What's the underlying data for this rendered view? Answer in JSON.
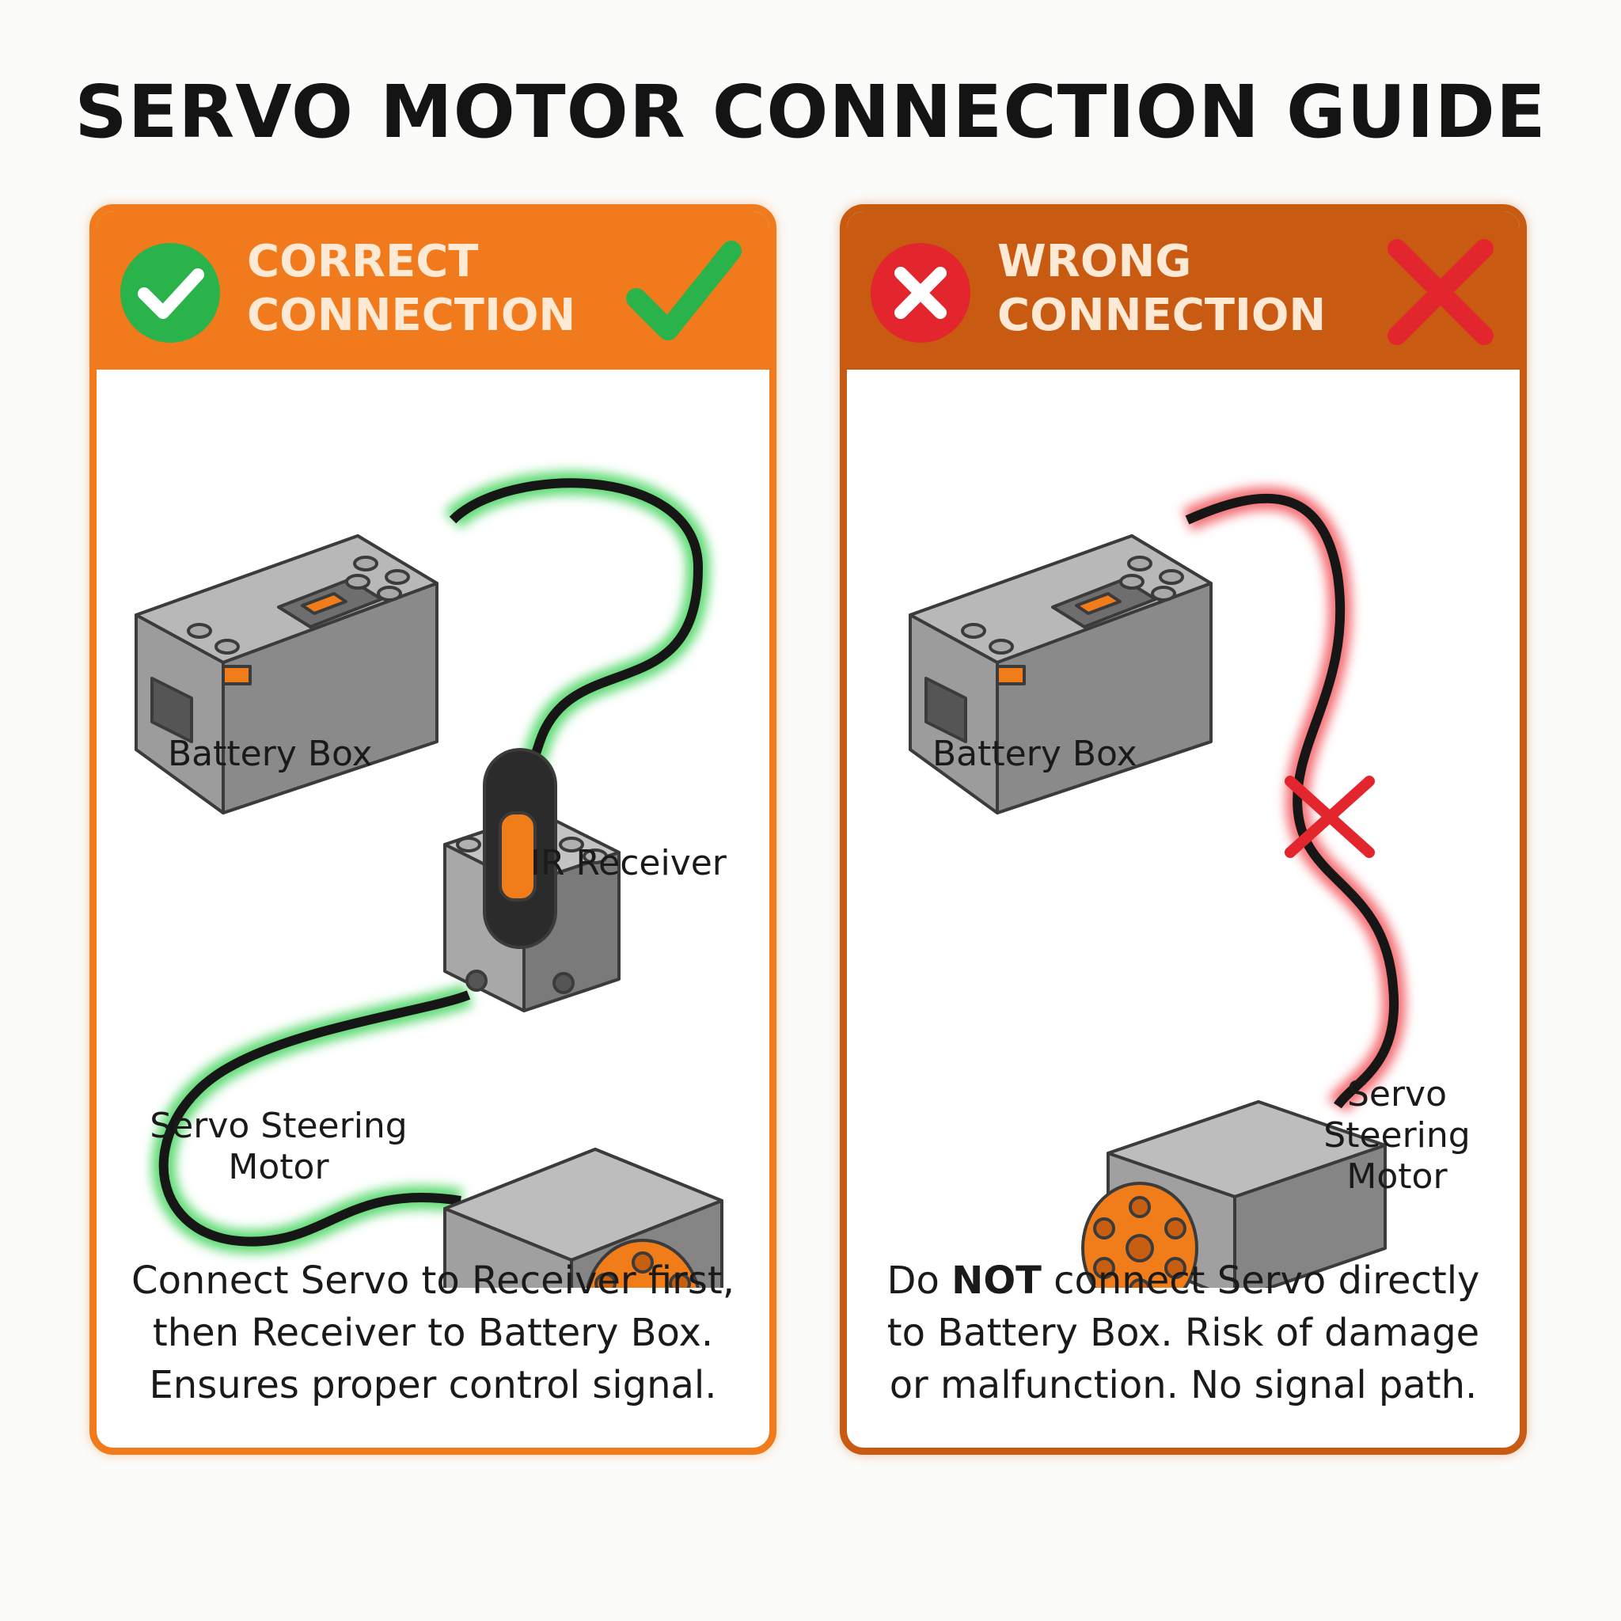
{
  "title": "SERVO MOTOR CONNECTION GUIDE",
  "colors": {
    "correct_accent": "#f07a1c",
    "wrong_accent": "#c85a12",
    "ok_green": "#29b34a",
    "bad_red": "#e3262d",
    "brick_gray": "#9a9a9a",
    "lego_orange": "#f07c1a"
  },
  "correct": {
    "header": [
      "CORRECT",
      "CONNECTION"
    ],
    "badge_icon": "check-circle-icon",
    "mark_icon": "checkmark-icon",
    "labels": {
      "battery_box": "Battery Box",
      "ir_receiver": "IR Receiver",
      "servo_motor": "Servo Steering\nMotor"
    },
    "caption": "Connect Servo to Receiver first, then Receiver to Battery Box. Ensures proper control signal."
  },
  "wrong": {
    "header": [
      "WRONG",
      "CONNECTION"
    ],
    "badge_icon": "x-circle-icon",
    "mark_icon": "cross-icon",
    "labels": {
      "battery_box": "Battery Box",
      "servo_motor": "Servo\nSteering\nMotor"
    },
    "caption": {
      "before": "Do ",
      "bold": "NOT",
      "after": " connect Servo directly to Battery Box. Risk of damage or malfunction. No signal path."
    }
  }
}
